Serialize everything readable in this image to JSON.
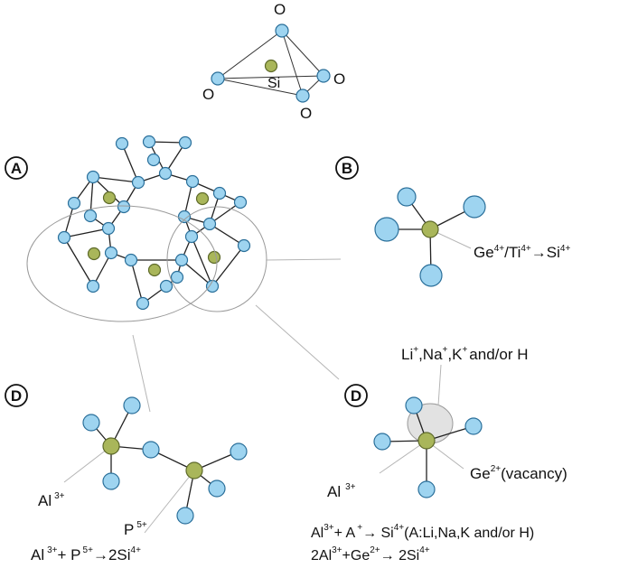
{
  "tetrahedron": {
    "o_top": "O",
    "o_left": "O",
    "o_right": "O",
    "o_bottom": "O",
    "si": "Si"
  },
  "panels": {
    "a": "A",
    "b": "B",
    "d1": "D",
    "d2": "D"
  },
  "panel_b": {
    "sub_prefix": "Ge",
    "ge_charge": "4+",
    "slash": "/Ti",
    "ti_charge": "4+",
    "arrow": "→Si",
    "si_charge": "4+"
  },
  "panel_d1": {
    "al": "Al",
    "al_charge": "3+",
    "p": "P",
    "p_charge": "5+",
    "eq_al": "Al",
    "eq_al_charge": "3+",
    "eq_plus_p": "+ P",
    "eq_p_charge": "5+",
    "eq_arrow": "→2Si",
    "eq_si_charge": "4+"
  },
  "panel_d2": {
    "cations_li": "Li",
    "li_charge": "+",
    "cations_na": ",Na",
    "na_charge": "+",
    "cations_k": ",K",
    "k_charge": "+",
    "cations_tail": "and/or H",
    "ge": "Ge",
    "ge_charge": "2+",
    "vacancy": "(vacancy)",
    "al": "Al",
    "al_charge": "3+",
    "eq1_al": "Al",
    "eq1_al_charge": "3+",
    "eq1_plus_a": "+ A",
    "eq1_a_charge": "+",
    "eq1_arrow": "→ Si",
    "eq1_si_charge": "4+",
    "eq1_tail": "(A:Li,Na,K and/or H)",
    "eq2_prefix": "2Al",
    "eq2_al_charge": "3+",
    "eq2_plus_ge": "+Ge",
    "eq2_ge_charge": "2+",
    "eq2_arrow": "→ 2Si",
    "eq2_si_charge": "4+"
  },
  "colors": {
    "oxygen": "#9ed4f0",
    "silicon": "#a9b65a",
    "bond": "#222222",
    "guide": "#b5b5b5"
  }
}
